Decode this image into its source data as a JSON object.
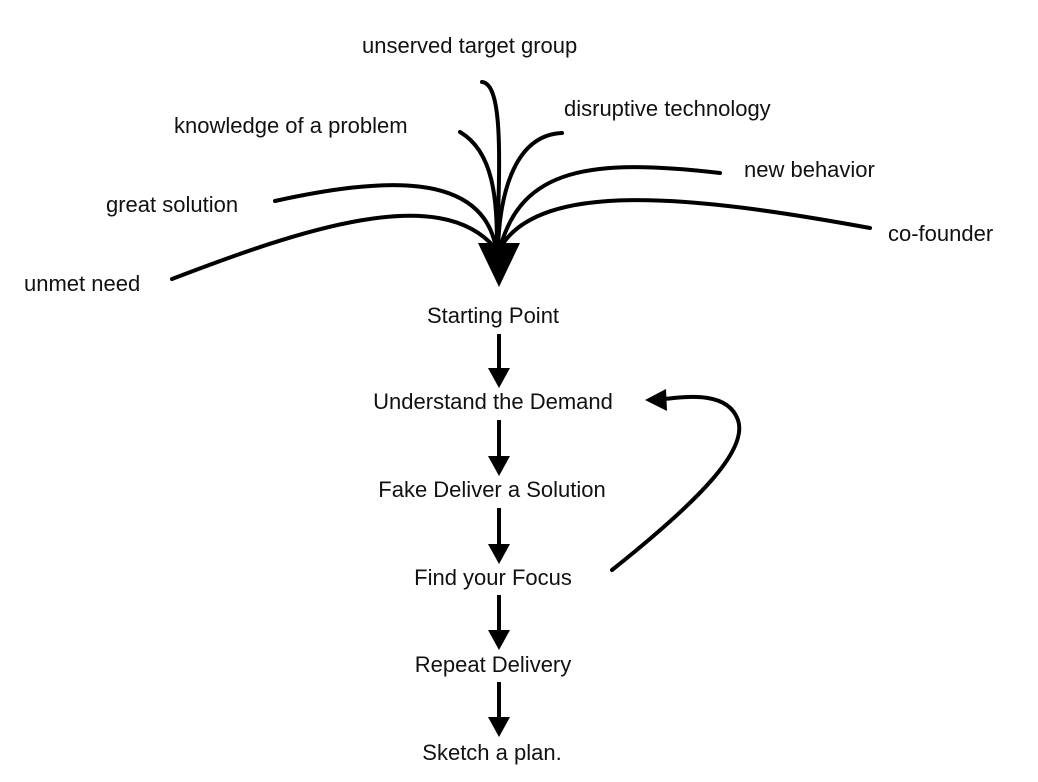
{
  "inputs": [
    {
      "id": "unserved",
      "label": "unserved target group"
    },
    {
      "id": "knowledge",
      "label": "knowledge of a problem"
    },
    {
      "id": "disruptive",
      "label": "disruptive technology"
    },
    {
      "id": "new_behavior",
      "label": "new behavior"
    },
    {
      "id": "great_solution",
      "label": "great solution"
    },
    {
      "id": "co_founder",
      "label": "co-founder"
    },
    {
      "id": "unmet_need",
      "label": "unmet need"
    }
  ],
  "steps": [
    {
      "id": "starting_point",
      "label": "Starting Point"
    },
    {
      "id": "understand",
      "label": "Understand the Demand"
    },
    {
      "id": "fake_deliver",
      "label": "Fake Deliver a Solution"
    },
    {
      "id": "find_focus",
      "label": "Find your Focus"
    },
    {
      "id": "repeat",
      "label": "Repeat Delivery"
    },
    {
      "id": "sketch",
      "label": "Sketch a plan."
    }
  ],
  "loop": {
    "from": "find_focus",
    "to": "understand"
  }
}
